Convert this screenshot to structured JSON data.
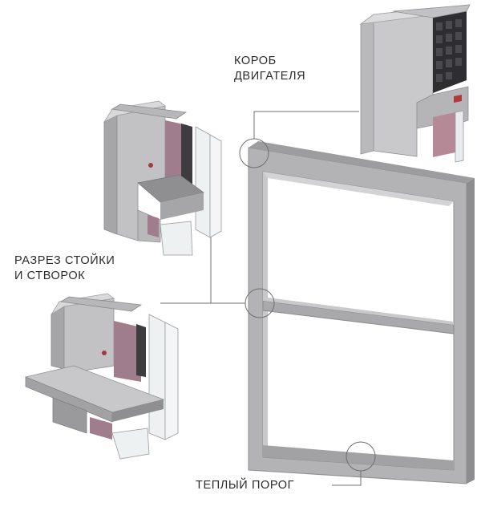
{
  "labels": {
    "motor_box": [
      "КОРОБ",
      "ДВИГАТЕЛЯ"
    ],
    "mullion_section": [
      "РАЗРЕЗ СТОЙКИ",
      "И СТВОРОК"
    ],
    "warm_threshold": "ТЕПЛЫЙ ПОРОГ"
  },
  "colors": {
    "frame": "#a8a8aa",
    "frame_dark": "#8e8e91",
    "profile": "#c4c4c6",
    "seal_pink": "#a0838f",
    "leader_line": "#6f6f6f",
    "text": "#2b2b2b"
  }
}
